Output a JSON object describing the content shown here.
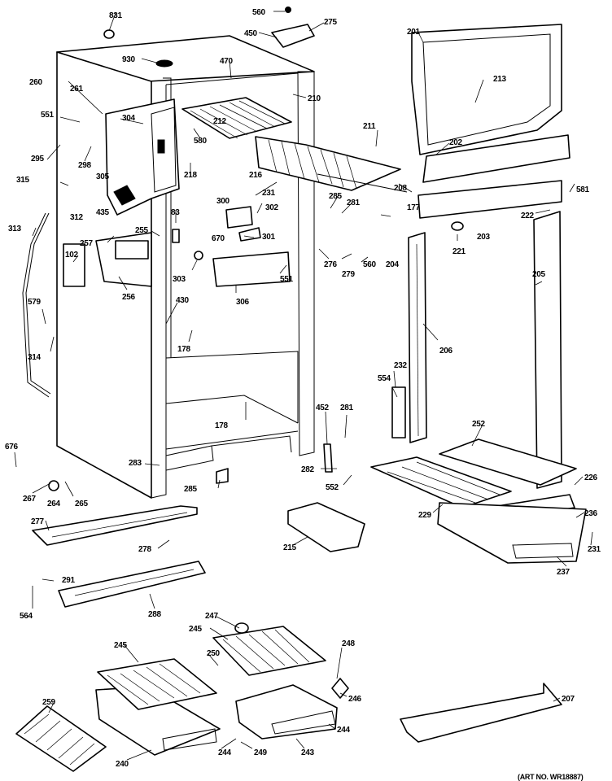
{
  "diagram": {
    "footer_text": "(ART NO. WR18887)",
    "labels": [
      "831",
      "560",
      "275",
      "450",
      "201",
      "930",
      "470",
      "260",
      "261",
      "210",
      "213",
      "551",
      "304",
      "212",
      "295",
      "580",
      "298",
      "211",
      "202",
      "305",
      "218",
      "216",
      "315",
      "231",
      "208",
      "312",
      "285",
      "281",
      "300",
      "302",
      "581",
      "222",
      "83",
      "177",
      "435",
      "203",
      "313",
      "255",
      "257",
      "670",
      "301",
      "221",
      "102",
      "276",
      "560",
      "204",
      "205",
      "303",
      "551",
      "256",
      "279",
      "306",
      "579",
      "430",
      "206",
      "314",
      "178",
      "232",
      "554",
      "178",
      "452",
      "281",
      "252",
      "676",
      "283",
      "282",
      "552",
      "226",
      "285",
      "267",
      "264",
      "265",
      "229",
      "236",
      "231",
      "277",
      "278",
      "215",
      "237",
      "291",
      "564",
      "288",
      "247",
      "245",
      "248",
      "245",
      "250",
      "246",
      "207",
      "259",
      "244",
      "249",
      "243",
      "244",
      "240"
    ]
  }
}
